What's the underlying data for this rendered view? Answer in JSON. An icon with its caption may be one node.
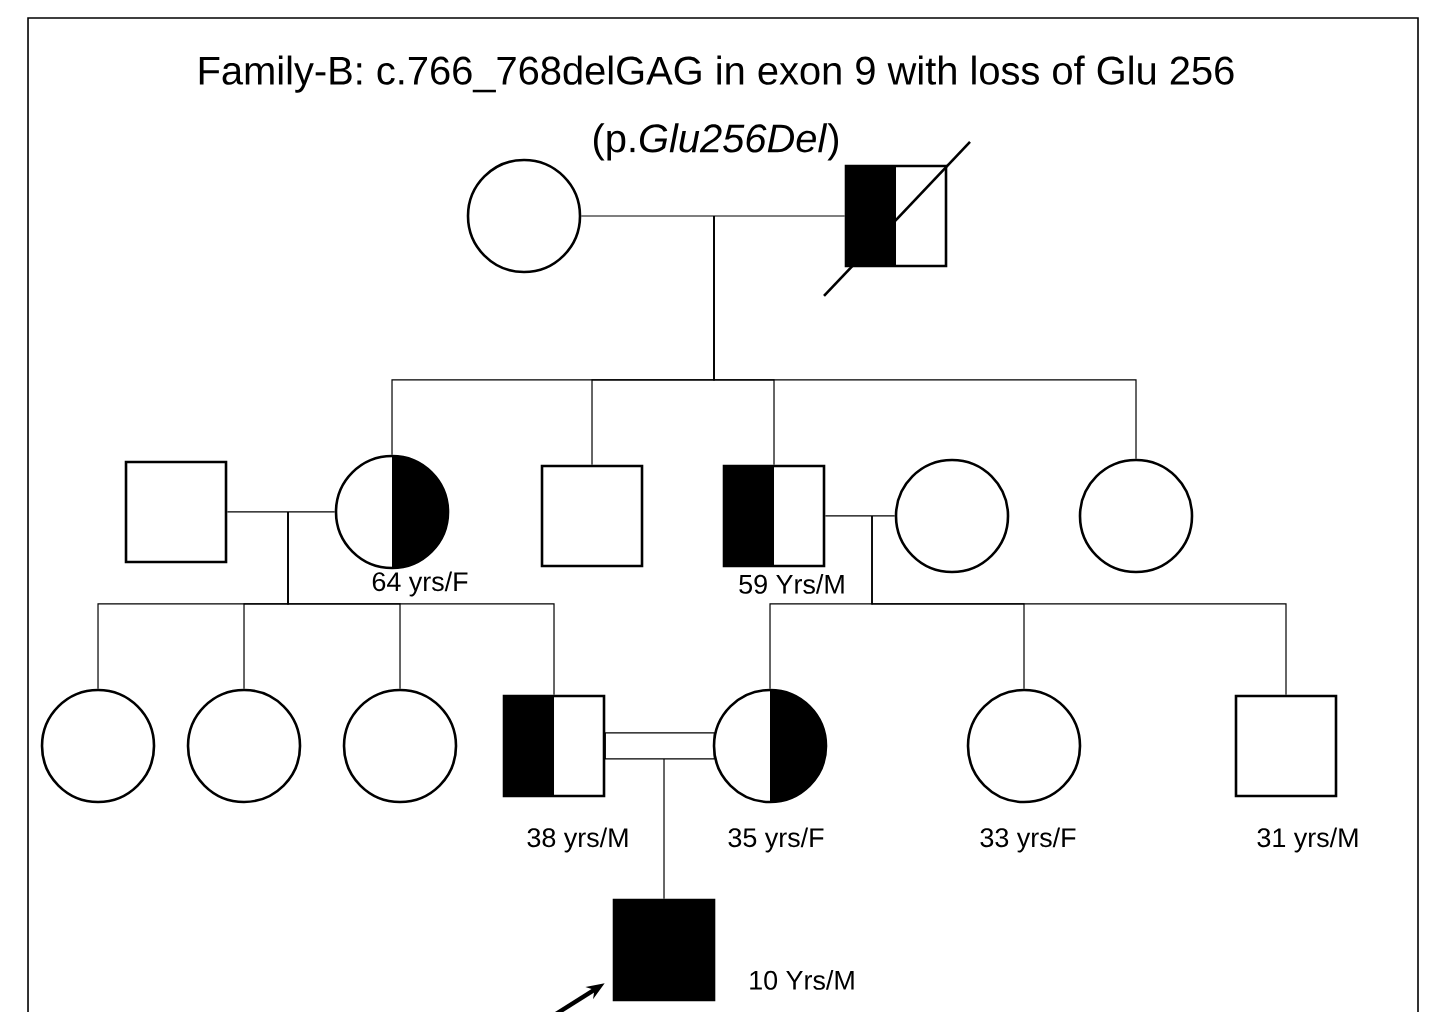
{
  "diagram": {
    "title": "Family-B: c.766_768delGAG in exon 9 with loss of Glu 256 (p.*Glu256Del*)",
    "nodes": [
      {
        "text": [],
        "shape": "circle"
      },
      {
        "text": [],
        "shape": "box"
      },
      {
        "text": [],
        "shape": "box"
      },
      {
        "text": [],
        "shape": "circle",
        "beside": [
          "64 yrs/F"
        ]
      },
      {
        "text": [],
        "shape": "box"
      },
      {
        "text": [],
        "shape": "box",
        "beside": [
          "59 Yrs/M"
        ]
      },
      {
        "text": [],
        "shape": "circle"
      },
      {
        "text": [],
        "shape": "circle"
      },
      {
        "text": [],
        "shape": "circle"
      },
      {
        "text": [],
        "shape": "circle"
      },
      {
        "text": [],
        "shape": "circle"
      },
      {
        "text": [],
        "shape": "box",
        "beside": [
          "38 yrs/M"
        ]
      },
      {
        "text": [],
        "shape": "circle",
        "beside": [
          "35 yrs/F"
        ]
      },
      {
        "text": [],
        "shape": "circle",
        "beside": [
          "33 yrs/F"
        ]
      },
      {
        "text": [],
        "shape": "box",
        "beside": [
          "31  yrs/M"
        ]
      },
      {
        "text": [],
        "shape": "box",
        "beside": [
          "10 Yrs/M"
        ]
      }
    ],
    "edges": [
      {
        "from": 0,
        "to": 1,
        "arrow": "none"
      },
      {
        "from": 2,
        "to": 3,
        "arrow": "none"
      },
      {
        "from": 5,
        "to": 6,
        "arrow": "none"
      },
      {
        "from": 11,
        "to": 12,
        "arrow": "none"
      },
      {
        "from": null,
        "to": 3,
        "arrow": "none"
      },
      {
        "from": null,
        "to": 4,
        "arrow": "none"
      },
      {
        "from": null,
        "to": 5,
        "arrow": "none"
      },
      {
        "from": null,
        "to": 7,
        "arrow": "none"
      },
      {
        "from": null,
        "to": 8,
        "arrow": "none"
      },
      {
        "from": null,
        "to": 9,
        "arrow": "none"
      },
      {
        "from": null,
        "to": 10,
        "arrow": "none"
      },
      {
        "from": null,
        "to": 11,
        "arrow": "none"
      },
      {
        "from": null,
        "to": 12,
        "arrow": "none"
      },
      {
        "from": null,
        "to": 13,
        "arrow": "none"
      },
      {
        "from": null,
        "to": 14,
        "arrow": "none"
      },
      {
        "from": null,
        "to": 15,
        "arrow": "none"
      },
      {
        "from": null,
        "to": 15,
        "arrow": "to",
        "style": "thick"
      }
    ]
  }
}
